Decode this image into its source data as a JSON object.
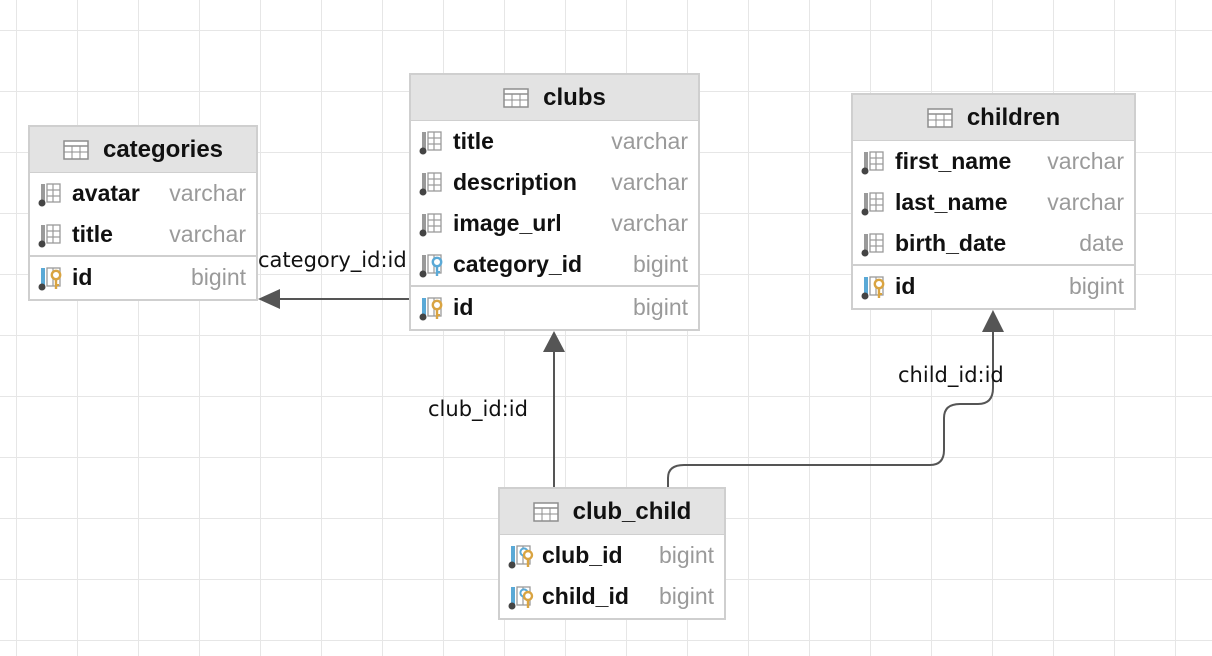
{
  "tables": {
    "categories": {
      "name": "categories",
      "columns": [
        {
          "name": "avatar",
          "type": "varchar"
        },
        {
          "name": "title",
          "type": "varchar"
        }
      ],
      "pk": {
        "name": "id",
        "type": "bigint"
      }
    },
    "clubs": {
      "name": "clubs",
      "columns": [
        {
          "name": "title",
          "type": "varchar"
        },
        {
          "name": "description",
          "type": "varchar"
        },
        {
          "name": "image_url",
          "type": "varchar"
        },
        {
          "name": "category_id",
          "type": "bigint"
        }
      ],
      "pk": {
        "name": "id",
        "type": "bigint"
      }
    },
    "children": {
      "name": "children",
      "columns": [
        {
          "name": "first_name",
          "type": "varchar"
        },
        {
          "name": "last_name",
          "type": "varchar"
        },
        {
          "name": "birth_date",
          "type": "date"
        }
      ],
      "pk": {
        "name": "id",
        "type": "bigint"
      }
    },
    "club_child": {
      "name": "club_child",
      "columns": [
        {
          "name": "club_id",
          "type": "bigint"
        },
        {
          "name": "child_id",
          "type": "bigint"
        }
      ]
    }
  },
  "relations": {
    "category": "category_id:id",
    "club": "club_id:id",
    "child": "child_id:id"
  },
  "colors": {
    "header_bg": "#e3e3e3",
    "border": "#cfcfcf",
    "type_text": "#9a9a9a",
    "key_gold": "#d9a441",
    "key_blue": "#5aa9d6",
    "edge": "#555555"
  }
}
